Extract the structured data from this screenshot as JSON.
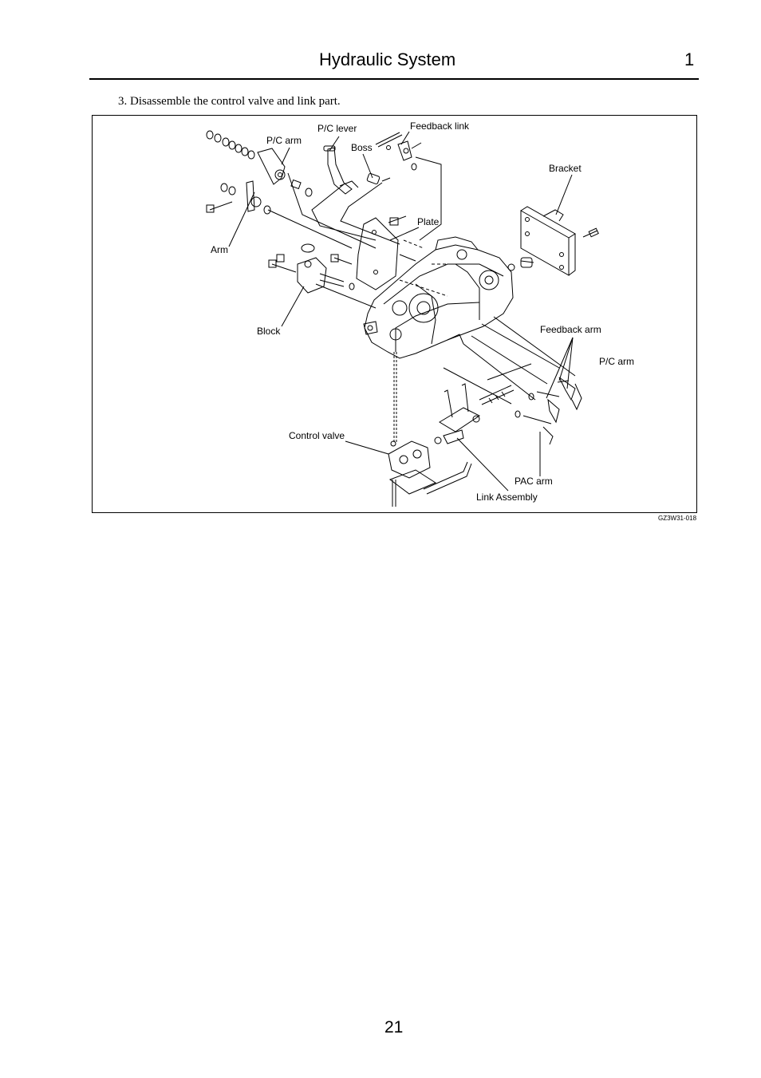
{
  "header": {
    "title": "Hydraulic System",
    "chapter": "1"
  },
  "step": {
    "text": "3.  Disassemble the control valve and link part."
  },
  "figure": {
    "code": "GZ3W31-018",
    "labels": {
      "pc_lever": "P/C lever",
      "feedback_link": "Feedback link",
      "pc_arm_top": "P/C arm",
      "boss": "Boss",
      "bracket": "Bracket",
      "plate": "Plate",
      "arm": "Arm",
      "block": "Block",
      "feedback_arm": "Feedback arm",
      "pc_arm_right": "P/C arm",
      "control_valve": "Control valve",
      "pac_arm": "PAC arm",
      "link_assembly": "Link Assembly"
    }
  },
  "footer": {
    "page_number": "21"
  }
}
